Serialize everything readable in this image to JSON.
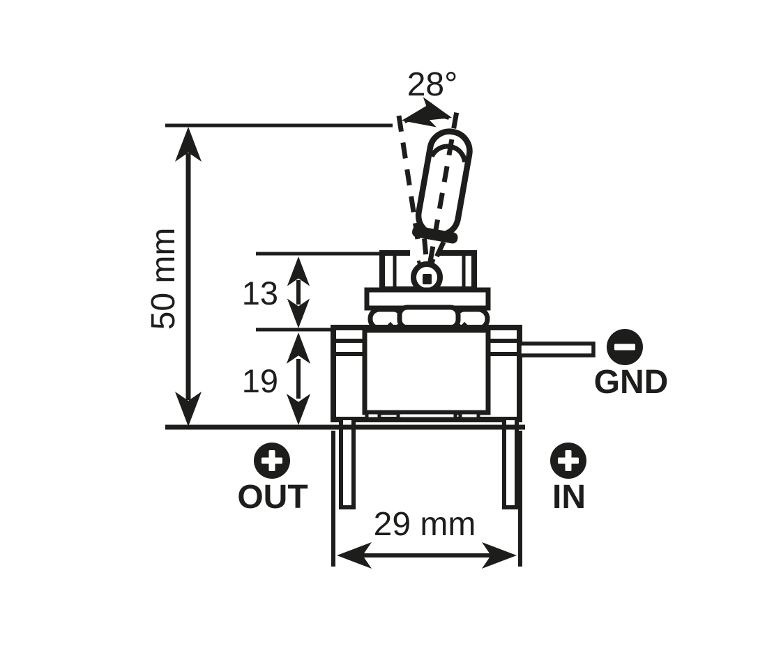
{
  "diagram": {
    "type": "technical-dimension-drawing",
    "subject": "toggle-switch-side-view"
  },
  "colors": {
    "line": "#1d1d1b",
    "background": "#ffffff"
  },
  "dimensions": {
    "throw_angle": "28°",
    "total_height": "50 mm",
    "bushing_height": "13",
    "body_height": "19",
    "body_width": "29 mm"
  },
  "terminals": {
    "gnd": {
      "label": "GND",
      "polarity": "minus"
    },
    "out": {
      "label": "OUT",
      "polarity": "plus"
    },
    "in": {
      "label": "IN",
      "polarity": "plus"
    }
  }
}
